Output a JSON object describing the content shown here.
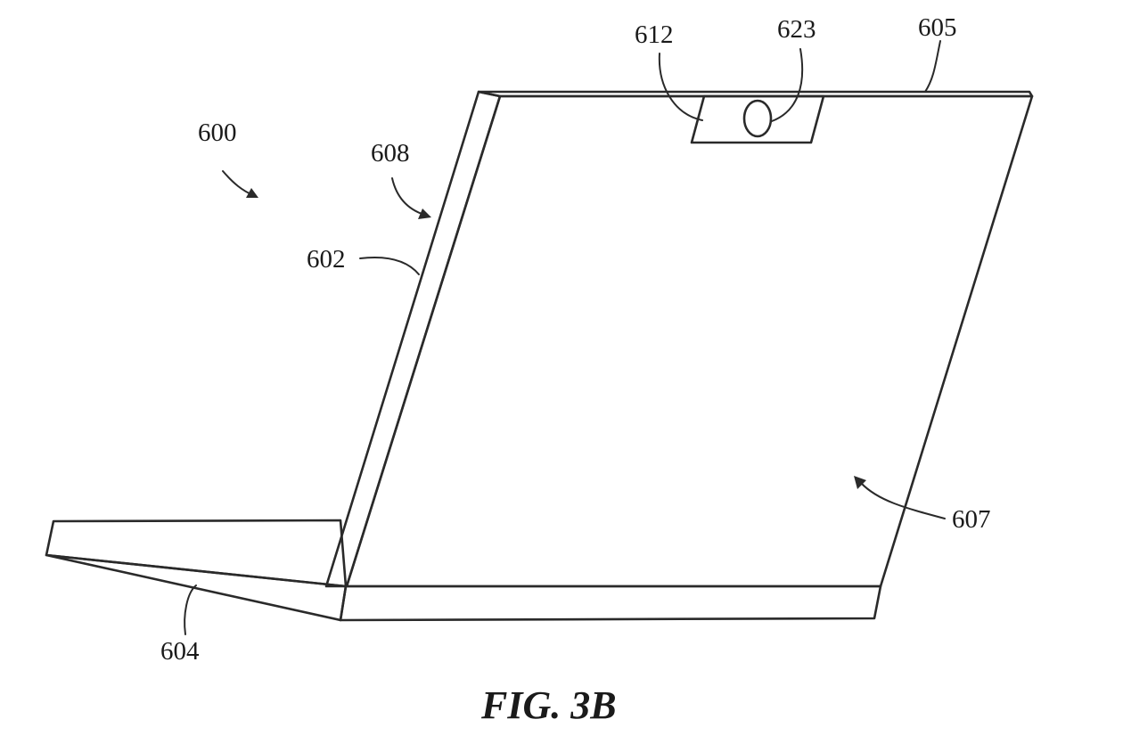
{
  "figure": {
    "caption": "FIG. 3B",
    "labels": {
      "device": "600",
      "display_housing": "602",
      "base": "604",
      "top_edge": "605",
      "display_surface": "607",
      "side_edge": "608",
      "camera_module": "612",
      "camera_lens": "623"
    }
  }
}
